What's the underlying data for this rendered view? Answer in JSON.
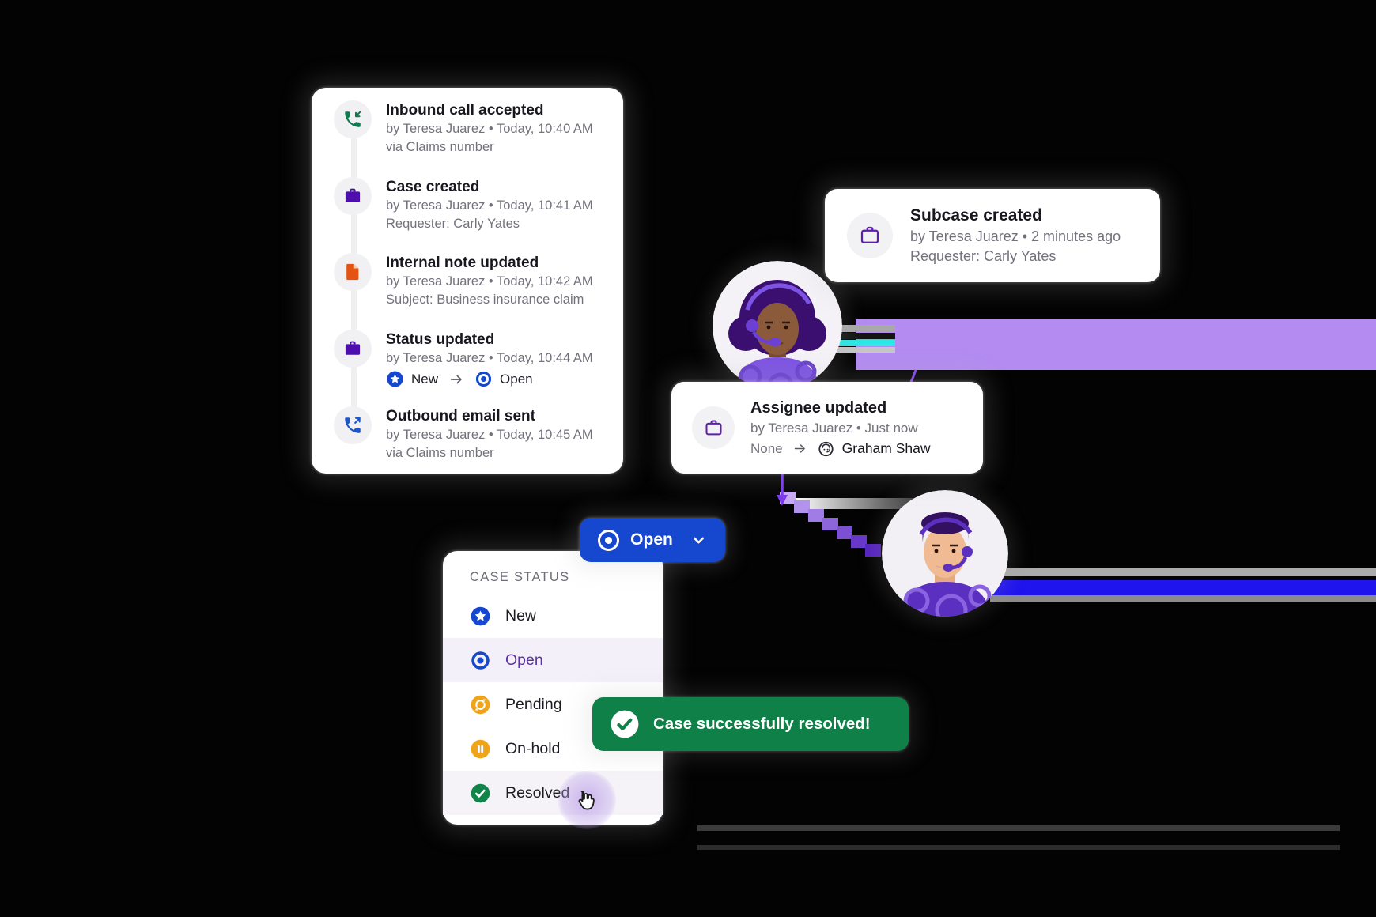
{
  "timeline": {
    "events": [
      {
        "icon": "inbound-call-icon",
        "title": "Inbound call accepted",
        "meta": "by Teresa Juarez • Today, 10:40 AM",
        "detail": "via Claims number"
      },
      {
        "icon": "briefcase-icon",
        "title": "Case created",
        "meta": "by Teresa Juarez • Today, 10:41 AM",
        "detail": "Requester: Carly Yates"
      },
      {
        "icon": "note-icon",
        "title": "Internal note updated",
        "meta": "by Teresa Juarez • Today, 10:42 AM",
        "detail": "Subject: Business insurance claim"
      },
      {
        "icon": "briefcase-icon",
        "title": "Status updated",
        "meta": "by Teresa Juarez • Today, 10:44 AM",
        "status_from": "New",
        "status_to": "Open"
      },
      {
        "icon": "outbound-call-icon",
        "title": "Outbound email sent",
        "meta": "by Teresa Juarez • Today, 10:45 AM",
        "detail": "via Claims number"
      }
    ]
  },
  "subcase_card": {
    "title": "Subcase created",
    "meta": "by Teresa Juarez • 2 minutes ago",
    "detail": "Requester: Carly Yates"
  },
  "assignee_card": {
    "title": "Assignee updated",
    "meta": "by Teresa Juarez • Just now",
    "from": "None",
    "to": "Graham Shaw"
  },
  "status_button": {
    "label": "Open"
  },
  "status_menu": {
    "header": "CASE STATUS",
    "items": [
      {
        "label": "New",
        "state": "default"
      },
      {
        "label": "Open",
        "state": "selected"
      },
      {
        "label": "Pending",
        "state": "default"
      },
      {
        "label": "On-hold",
        "state": "default"
      },
      {
        "label": "Resolved",
        "state": "hover-click"
      }
    ]
  },
  "toast": {
    "message": "Case successfully resolved!"
  },
  "colors": {
    "success_green": "#0E8048",
    "action_blue": "#1548CF",
    "status_amber": "#EFA51B",
    "brand_purple": "#4E0DAD",
    "note_orange": "#E65211",
    "lavender_bar": "#B48CF1",
    "cyan_glitch": "#2BE9E4",
    "stripe_blue": "#1F13EE",
    "selected_purple": "#5C31A6"
  }
}
